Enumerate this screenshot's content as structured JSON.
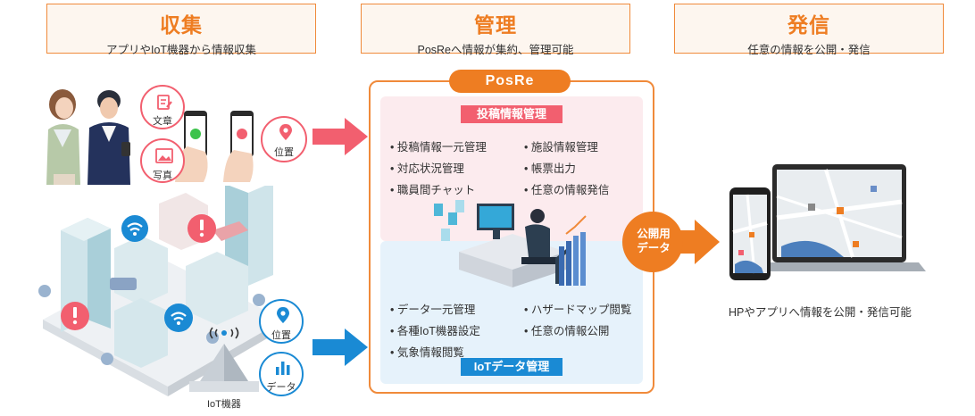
{
  "columns": [
    {
      "title": "収集",
      "subtitle": "アプリやIoT機器から情報収集"
    },
    {
      "title": "管理",
      "subtitle": "PosReへ情報が集約、管理可能"
    },
    {
      "title": "発信",
      "subtitle": "任意の情報を公開・発信"
    }
  ],
  "collect": {
    "badges": {
      "document": "文章",
      "photo": "写真",
      "location_top": "位置",
      "location_iot": "位置",
      "data_iot": "データ"
    },
    "iot_caption": "IoT機器"
  },
  "posre": {
    "name": "PosRe",
    "post_section": {
      "label": "投稿情報管理",
      "items": [
        "投稿情報一元管理",
        "対応状況管理",
        "職員間チャット",
        "施設情報管理",
        "帳票出力",
        "任意の情報発信"
      ]
    },
    "iot_section": {
      "label": "IoTデータ管理",
      "items": [
        "データ一元管理",
        "各種IoT機器設定",
        "気象情報閲覧",
        "ハザードマップ閲覧",
        "任意の情報公開"
      ]
    }
  },
  "publish": {
    "arrow_label": "公開用データ",
    "caption": "HPやアプリへ情報を公開・発信可能"
  },
  "colors": {
    "orange": "#ee7d22",
    "pink": "#f25f6f",
    "blue": "#1a8ad4"
  }
}
